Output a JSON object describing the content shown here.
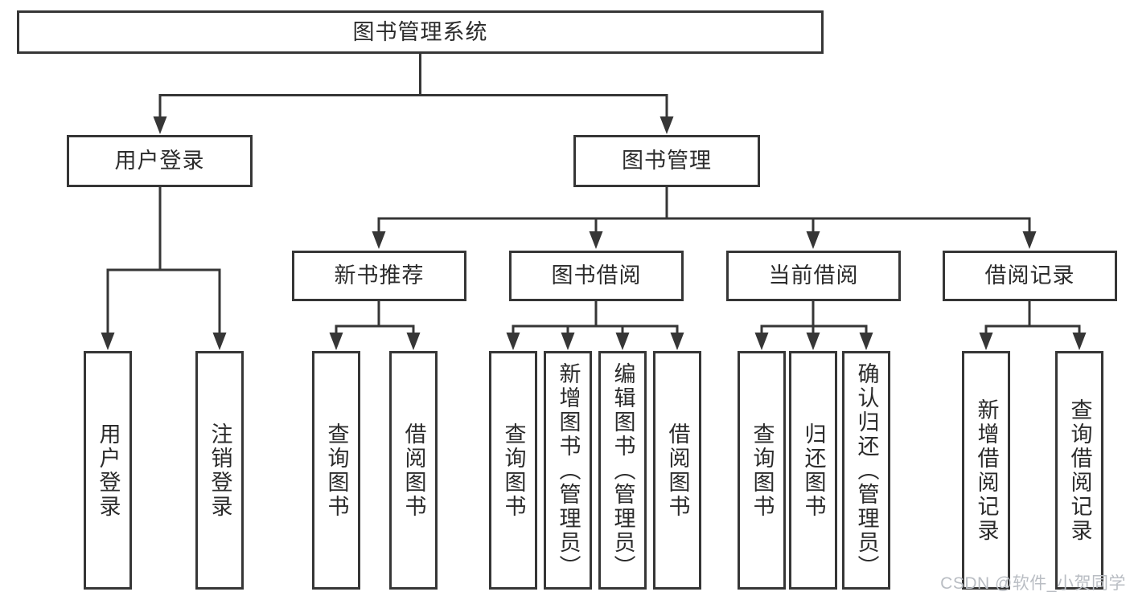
{
  "tree": {
    "label": "图书管理系统",
    "children": [
      {
        "label": "用户登录",
        "children": [
          {
            "label": "用户登录"
          },
          {
            "label": "注销登录"
          }
        ]
      },
      {
        "label": "图书管理",
        "children": [
          {
            "label": "新书推荐",
            "children": [
              {
                "label": "查询图书"
              },
              {
                "label": "借阅图书"
              }
            ]
          },
          {
            "label": "图书借阅",
            "children": [
              {
                "label": "查询图书"
              },
              {
                "label": "新增图书（管理员）"
              },
              {
                "label": "编辑图书（管理员）"
              },
              {
                "label": "借阅图书"
              }
            ]
          },
          {
            "label": "当前借阅",
            "children": [
              {
                "label": "查询图书"
              },
              {
                "label": "归还图书"
              },
              {
                "label": "确认归还（管理员）"
              }
            ]
          },
          {
            "label": "借阅记录",
            "children": [
              {
                "label": "新增借阅记录"
              },
              {
                "label": "查询借阅记录"
              }
            ]
          }
        ]
      }
    ]
  },
  "watermark": "CSDN @软件_小贺同学",
  "colors": {
    "line": "#363636",
    "text": "#2b2b2b",
    "watermark": "#b9bdc3",
    "background": "#ffffff"
  }
}
